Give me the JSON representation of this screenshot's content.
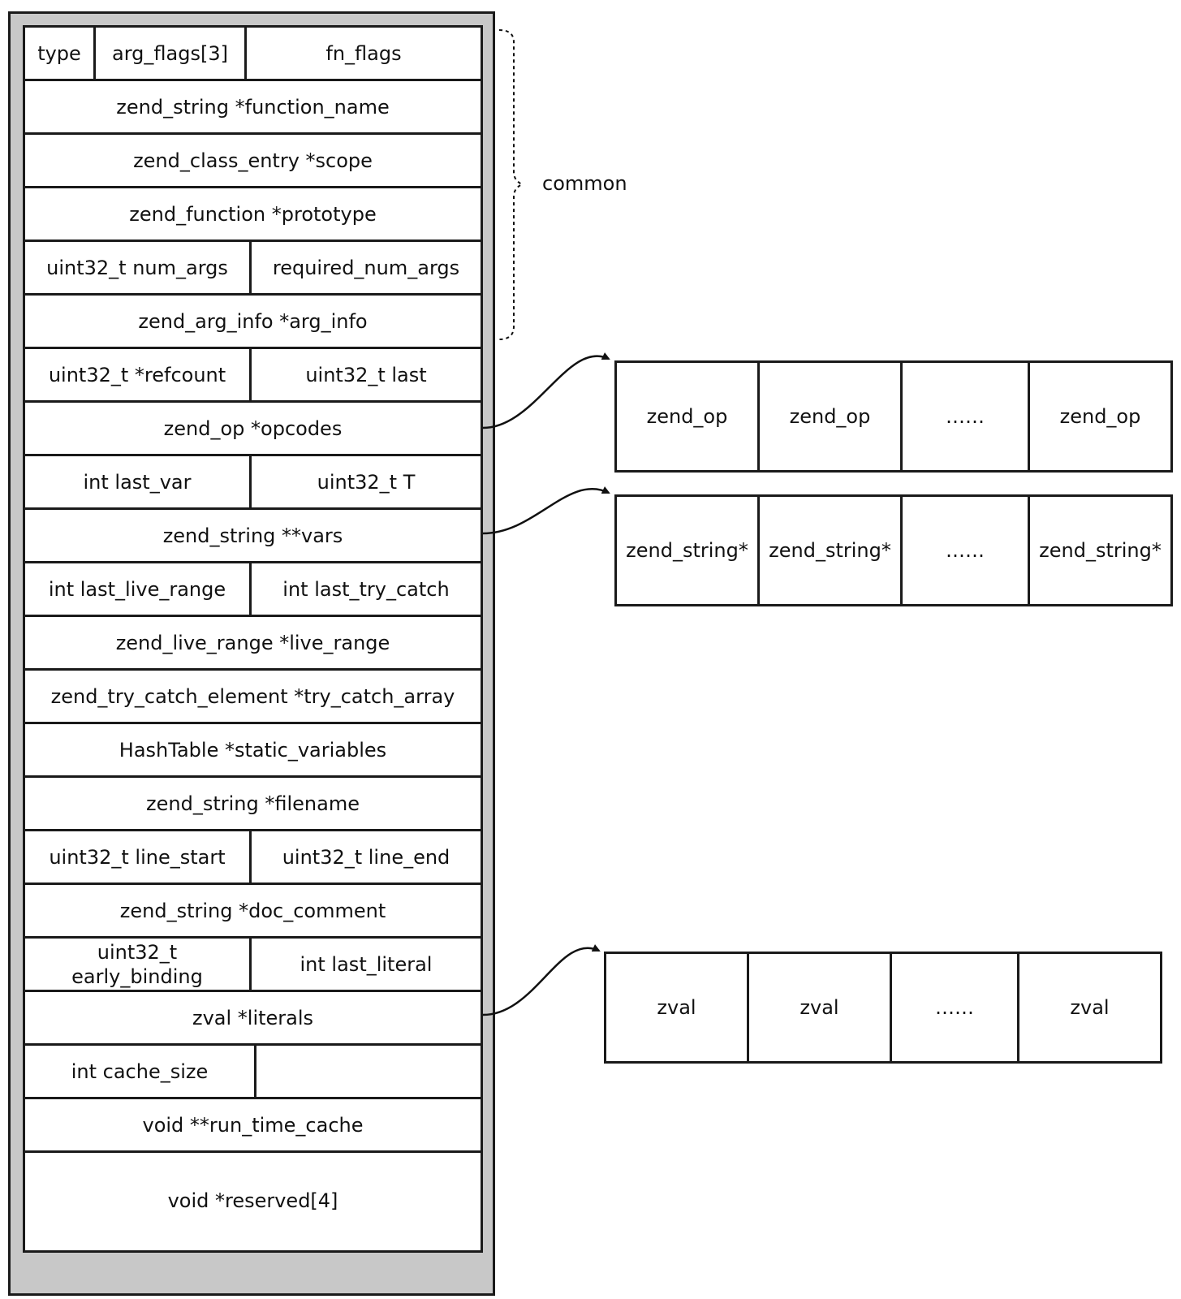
{
  "struct_rows": [
    [
      "type",
      "arg_flags[3]",
      "fn_flags"
    ],
    [
      "zend_string *function_name"
    ],
    [
      "zend_class_entry *scope"
    ],
    [
      "zend_function *prototype"
    ],
    [
      "uint32_t num_args",
      "required_num_args"
    ],
    [
      "zend_arg_info *arg_info"
    ],
    [
      "uint32_t *refcount",
      "uint32_t last"
    ],
    [
      "zend_op *opcodes"
    ],
    [
      "int last_var",
      "uint32_t T"
    ],
    [
      "zend_string **vars"
    ],
    [
      "int last_live_range",
      "int last_try_catch"
    ],
    [
      "zend_live_range *live_range"
    ],
    [
      "zend_try_catch_element *try_catch_array"
    ],
    [
      "HashTable *static_variables"
    ],
    [
      "zend_string *filename"
    ],
    [
      "uint32_t line_start",
      "uint32_t line_end"
    ],
    [
      "zend_string *doc_comment"
    ],
    [
      "uint32_t early_binding",
      "int last_literal"
    ],
    [
      "zval *literals"
    ],
    [
      "int  cache_size",
      ""
    ],
    [
      "void **run_time_cache"
    ],
    [
      "void *reserved[4]"
    ]
  ],
  "brace_label": "common",
  "arrays": [
    {
      "name": "opcodes",
      "cells": [
        "zend_op",
        "zend_op",
        "……",
        "zend_op"
      ]
    },
    {
      "name": "vars",
      "cells": [
        "zend_string*",
        "zend_string*",
        "……",
        "zend_string*"
      ]
    },
    {
      "name": "literals",
      "cells": [
        "zval",
        "zval",
        "……",
        "zval"
      ]
    }
  ]
}
